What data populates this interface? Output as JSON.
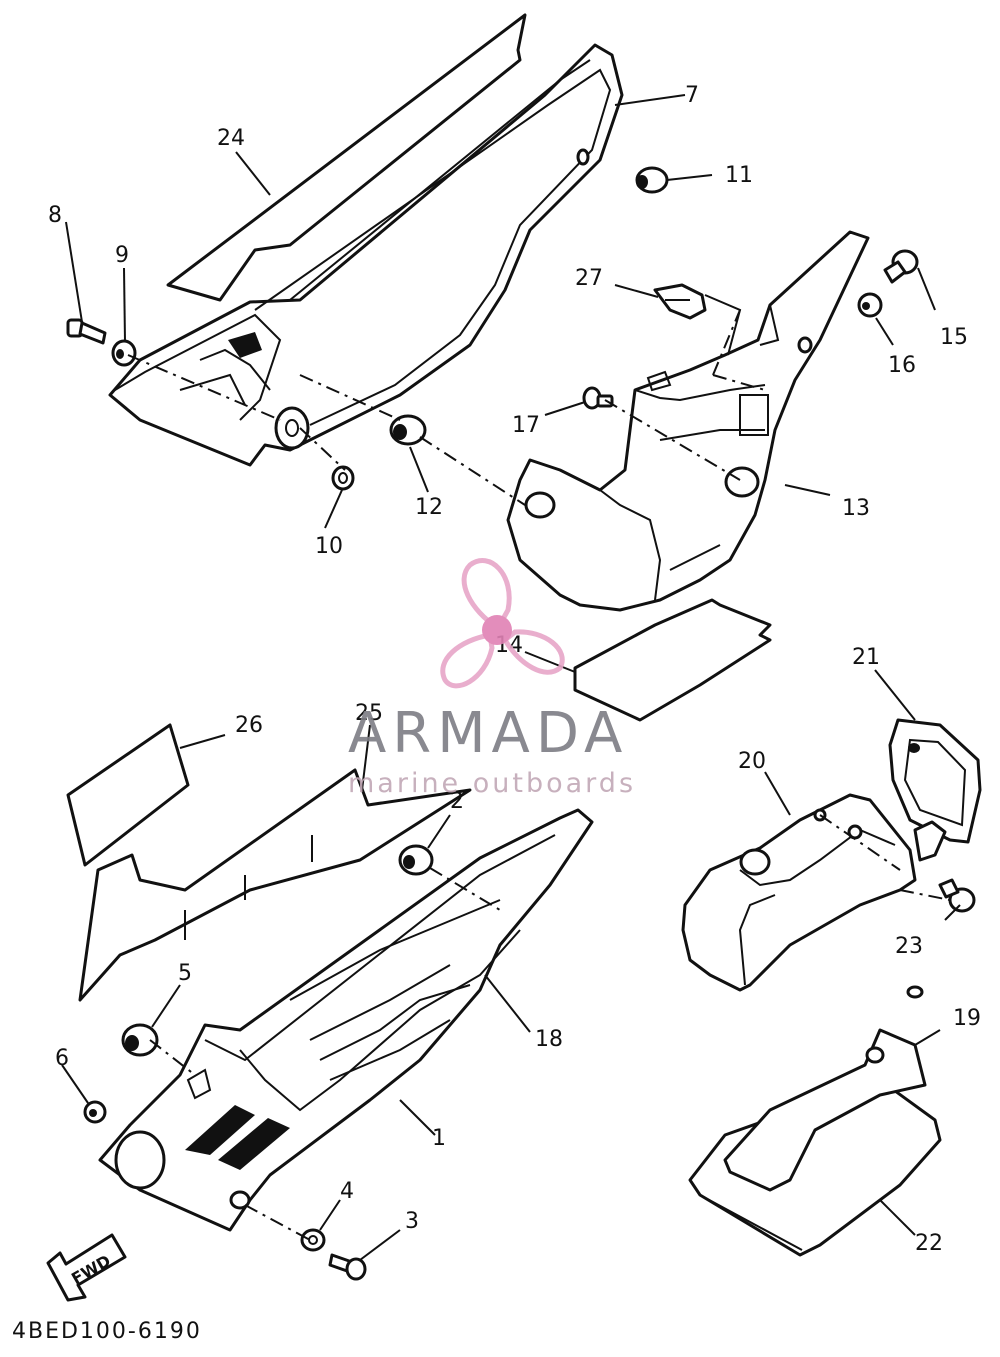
{
  "diagram": {
    "code": "4BED100-6190",
    "fwd_label": "FWD",
    "callouts": [
      "1",
      "2",
      "3",
      "4",
      "5",
      "6",
      "7",
      "8",
      "9",
      "10",
      "11",
      "12",
      "13",
      "14",
      "15",
      "16",
      "17",
      "18",
      "19",
      "20",
      "21",
      "22",
      "23",
      "24",
      "25",
      "26",
      "27"
    ]
  },
  "watermark": {
    "brand": "ARMADA",
    "tagline": "marine outboards",
    "colors": {
      "propeller": "#e7a6c8",
      "hub": "#e081b4",
      "brand_text": "#7d7d84",
      "tagline_text": "#c2a8b6"
    }
  }
}
